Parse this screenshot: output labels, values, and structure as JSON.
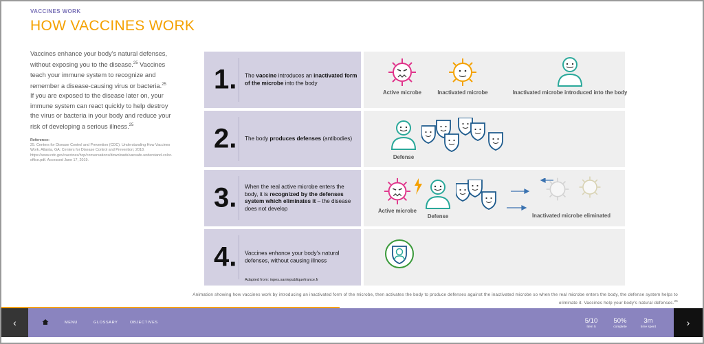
{
  "header": {
    "section": "VACCINES WORK",
    "title": "HOW VACCINES WORK"
  },
  "intro": {
    "p1": "Vaccines enhance your body's natural defenses, without exposing you to the disease.",
    "ref1": "25",
    "p2": " Vaccines teach your immune system to recognize and remember a disease-causing virus or bacteria.",
    "ref2": "25",
    "p3": " If you are exposed to the disease later on, your immune system can react quickly to help destroy the virus or bacteria in your body and reduce your risk of developing a serious illness.",
    "ref3": "25"
  },
  "references": {
    "heading": "Reference:",
    "text": "25. Centers for Disease Control and Prevention (CDC). Understanding How Vaccines Work. Atlanta, GA: Centers for Disease Control and Prevention; 2018. https://www.cdc.gov/vaccines/hcp/conversations/downloads/vacsafe-understand-color-office.pdf. Accessed June 17, 2019."
  },
  "steps": [
    {
      "number": "1.",
      "text_a": "The ",
      "text_b": "vaccine",
      "text_c": " introduces an ",
      "text_d": "inactivated form of the microbe",
      "text_e": " into the body",
      "labels": {
        "active": "Active microbe",
        "inactivated": "Inactivated microbe",
        "introduced": "Inactivated microbe introduced into the body"
      }
    },
    {
      "number": "2.",
      "text_a": "The body ",
      "text_b": "produces defenses",
      "text_c": " (antibodies)",
      "labels": {
        "defense": "Defense"
      }
    },
    {
      "number": "3.",
      "text_a": "When the real active microbe enters the body, it is ",
      "text_b": "recognized by the defenses system which eliminates it",
      "text_c": " – the disease does not develop",
      "labels": {
        "active": "Active microbe",
        "defense": "Defense",
        "eliminated": "Inactivated microbe eliminated"
      }
    },
    {
      "number": "4.",
      "text_a": "Vaccines enhance your body's natural defenses, without causing illness",
      "source": "Adapted from: inpes.santepubliquefrance.fr"
    }
  ],
  "caption": {
    "text": "Animation showing how vaccines work by introducing an inactivated form of the microbe, then activates the body to produce defenses against the inactivated microbe so when the real microbe enters the body, the defense system helps to eliminate it. Vaccines help your body's natural defenses.",
    "ref": "25"
  },
  "footer": {
    "prev_icon": "chevron-left-icon",
    "next_icon": "chevron-right-icon",
    "home_icon": "home-icon",
    "menu": "MENU",
    "glossary": "GLOSSARY",
    "objectives": "OBJECTIVES",
    "page_value": "5/10",
    "page_label": "Item 5",
    "complete_value": "50%",
    "complete_label": "complete",
    "time_value": "3m",
    "time_label": "time spent"
  },
  "colors": {
    "accent": "#f4a100",
    "purple": "#8a84bf",
    "step_bg": "#d3d0e2",
    "microbe_active": "#e0338a",
    "microbe_inactive": "#f4a100",
    "person": "#2aa89a",
    "shield": "#1d5a8c"
  }
}
